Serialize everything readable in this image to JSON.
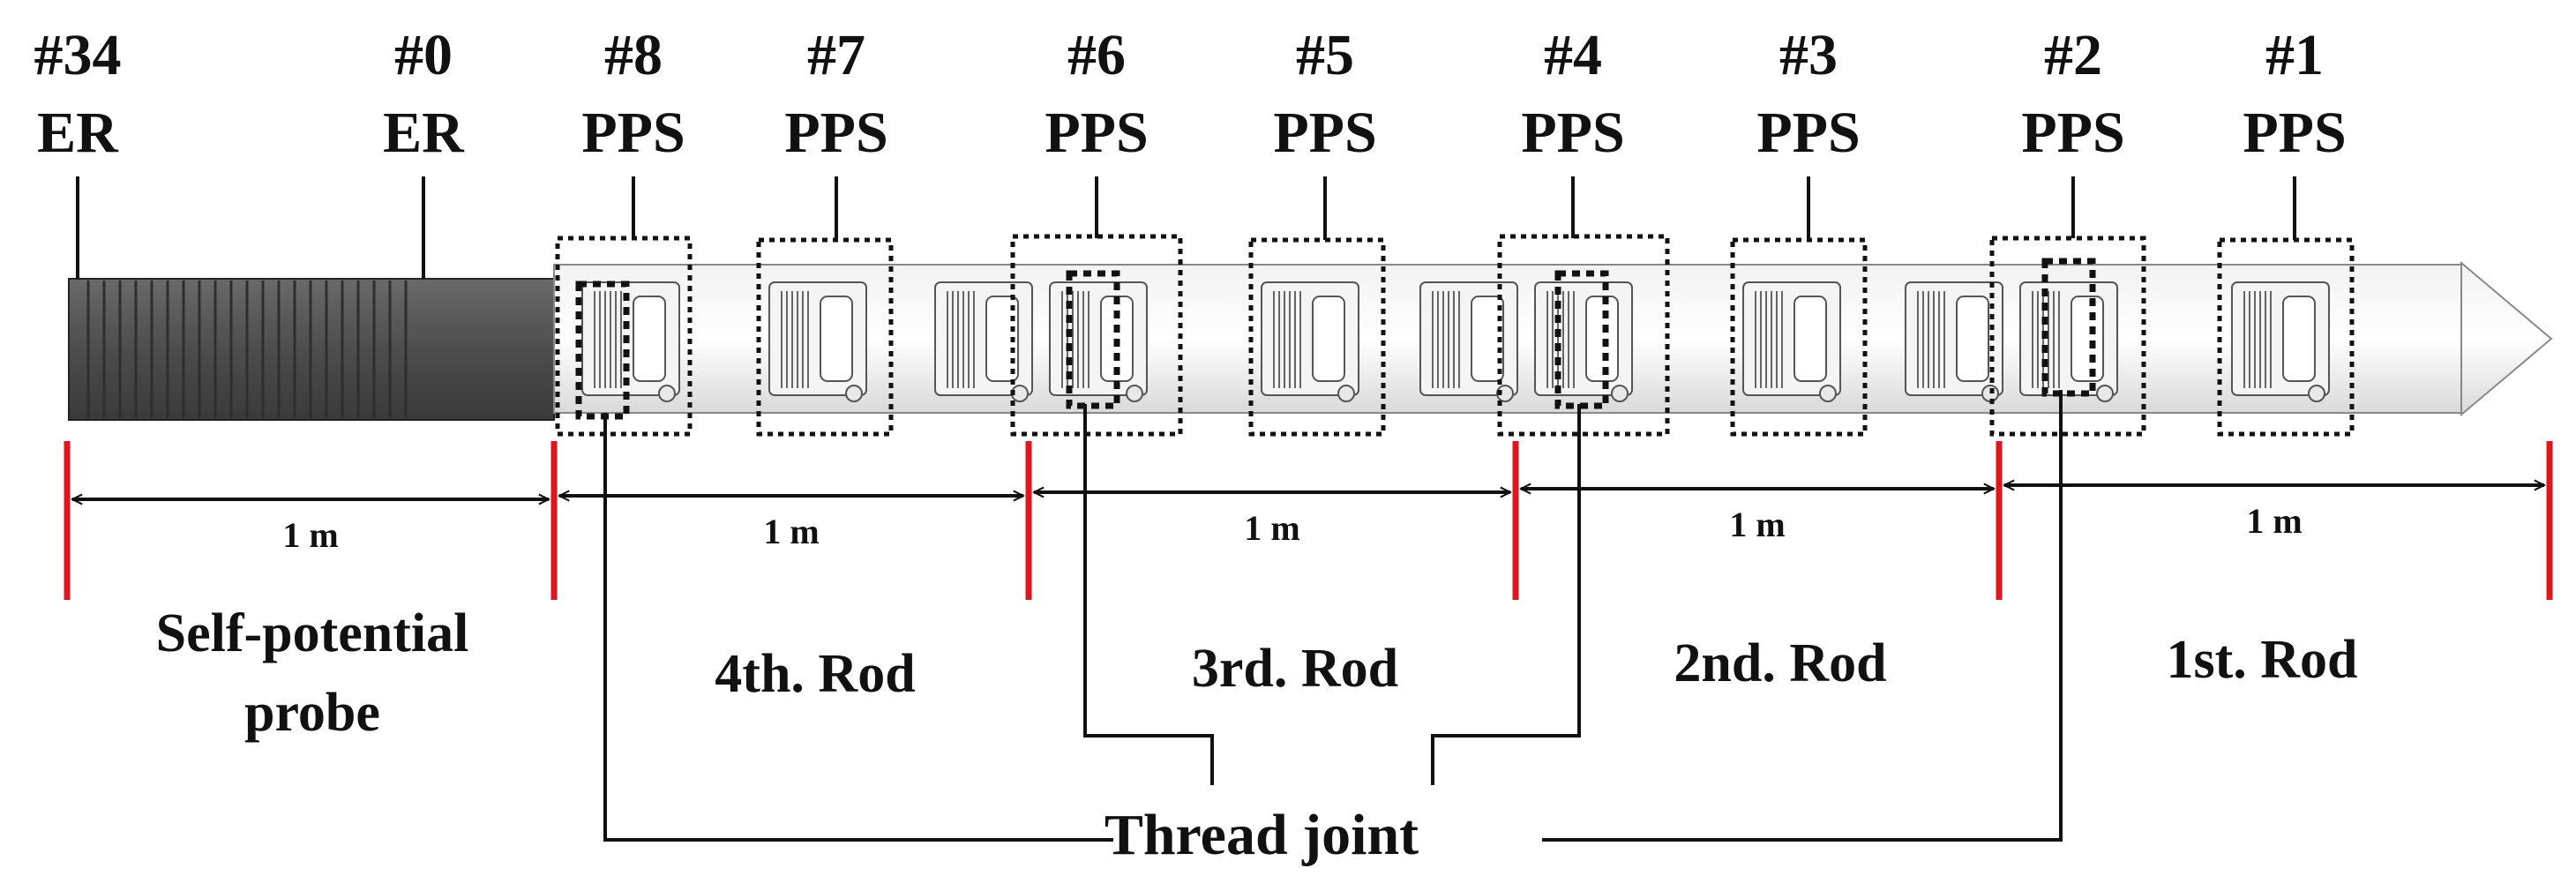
{
  "sensors": [
    {
      "id": "#34",
      "type": "ER"
    },
    {
      "id": "#0",
      "type": "ER"
    },
    {
      "id": "#8",
      "type": "PPS"
    },
    {
      "id": "#7",
      "type": "PPS"
    },
    {
      "id": "#6",
      "type": "PPS"
    },
    {
      "id": "#5",
      "type": "PPS"
    },
    {
      "id": "#4",
      "type": "PPS"
    },
    {
      "id": "#3",
      "type": "PPS"
    },
    {
      "id": "#2",
      "type": "PPS"
    },
    {
      "id": "#1",
      "type": "PPS"
    }
  ],
  "segment_length_label": "1 m",
  "segments": [
    {
      "name_lines": [
        "Self-potential",
        "probe"
      ]
    },
    {
      "name_lines": [
        "4th. Rod"
      ]
    },
    {
      "name_lines": [
        "3rd. Rod"
      ]
    },
    {
      "name_lines": [
        "2nd. Rod"
      ]
    },
    {
      "name_lines": [
        "1st. Rod"
      ]
    }
  ],
  "thread_joint_label": "Thread joint",
  "colors": {
    "divider": "#e0161c",
    "probe_body": "#4a4a4a",
    "rod_body": "#e6e6e6",
    "outline": "#111111"
  }
}
